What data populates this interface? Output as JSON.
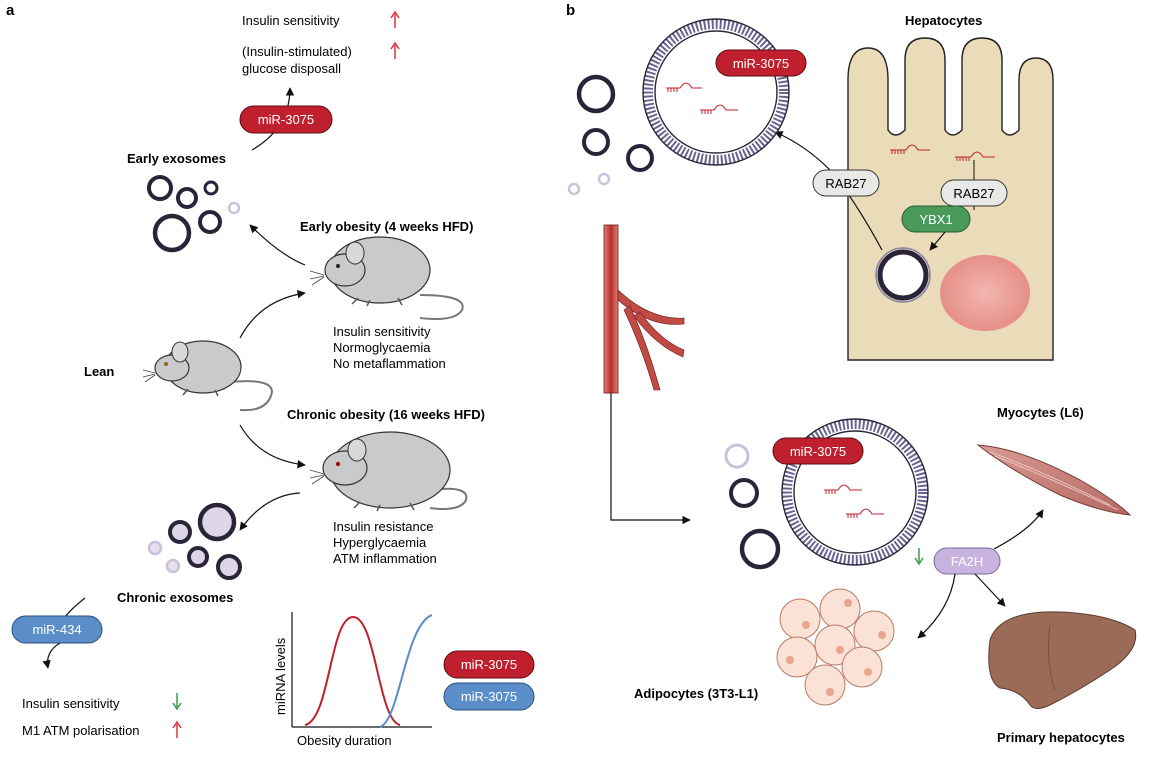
{
  "panel_a": {
    "letter": "a",
    "top_effects": {
      "line1": "Insulin sensitivity",
      "line2": "(Insulin-stimulated)",
      "line3": "glucose disposall"
    },
    "mir_early": "miR-3075",
    "early_exosomes": "Early exosomes",
    "early_obesity": "Early obesity (4 weeks HFD)",
    "early_traits": [
      "Insulin sensitivity",
      "Normoglycaemia",
      "No metaflammation"
    ],
    "lean": "Lean",
    "chronic_obesity": "Chronic obesity (16 weeks HFD)",
    "chronic_traits": [
      "Insulin resistance",
      "Hyperglycaemia",
      "ATM inflammation"
    ],
    "chronic_exosomes": "Chronic exosomes",
    "mir_chronic": "miR-434",
    "bottom_effects": {
      "line1": "Insulin sensitivity",
      "line2": "M1 ATM polarisation"
    },
    "plot": {
      "ylabel": "miRNA levels",
      "xlabel": "Obesity duration",
      "legend": [
        {
          "label": "miR-3075",
          "color": "#c0202d"
        },
        {
          "label": "miR-3075",
          "color": "#5b8ec9"
        }
      ]
    }
  },
  "panel_b": {
    "letter": "b",
    "hepatocytes": "Hepatocytes",
    "mir_top": "miR-3075",
    "rab27_left": "RAB27",
    "rab27_right": "RAB27",
    "ybx1": "YBX1",
    "mir_bottom": "miR-3075",
    "fa2h": "FA2H",
    "myocytes": "Myocytes (L6)",
    "adipocytes": "Adipocytes (3T3-L1)",
    "primary_hepatocytes": "Primary hepatocytes"
  },
  "colors": {
    "mir_red": "#c0202d",
    "mir_blue": "#5b8ec9",
    "ybx1_green": "#4a9a5b",
    "fa2h_purple": "#c7b3dd",
    "up_arrow": "#e0303a",
    "down_arrow": "#3a9a4a",
    "cell_tan": "#eadcb9",
    "nucleus_pink": "#e89a95",
    "vessel_red": "#b83a36",
    "liver_brown": "#9c6b58"
  }
}
